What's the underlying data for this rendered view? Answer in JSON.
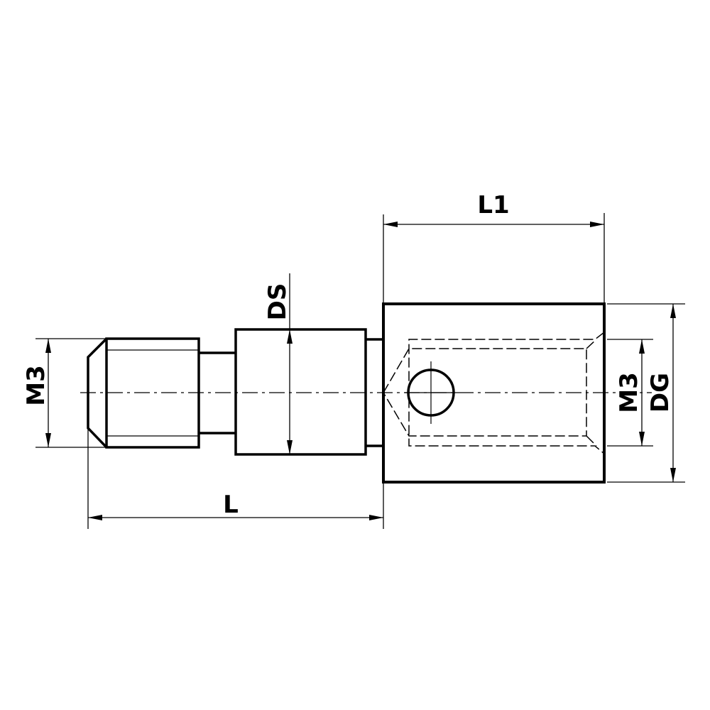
{
  "drawing": {
    "title": "Stylus extension / adapter technical drawing",
    "colors": {
      "line": "#000000",
      "background": "#ffffff"
    },
    "labels": {
      "length_total": "L",
      "length_block": "L1",
      "shaft_diameter": "DS",
      "thread_left": "M3",
      "thread_right": "M3",
      "block_diameter": "DG"
    }
  }
}
